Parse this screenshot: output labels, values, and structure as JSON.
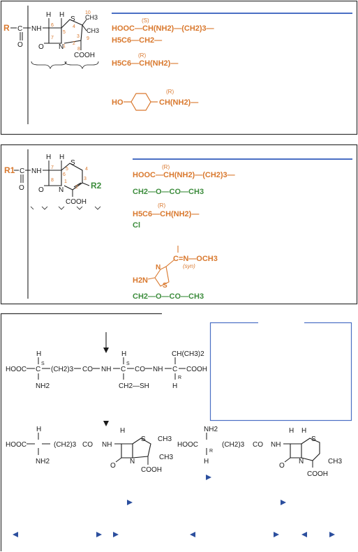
{
  "colors": {
    "orange": "#d9782d",
    "green": "#3c8c3c",
    "blue": "#4a6fc4",
    "black": "#1a1a1a",
    "frame": "#333333"
  },
  "panel1": {
    "core": {
      "r_label": "R",
      "carbon": "C",
      "oxygen": "O",
      "nh": "NH",
      "n": "N",
      "s": "S",
      "h_left": "H",
      "h_right": "H",
      "ch3_top": "CH3",
      "ch3_bottom": "CH3",
      "cooh": "COOH",
      "locants": [
        "6",
        "5",
        "4",
        "3",
        "2",
        "1",
        "7",
        "10",
        "9",
        "8"
      ]
    },
    "substituents": [
      {
        "text": "HOOC—CH(NH2)—(CH2)3—",
        "stereo": "(S)"
      },
      {
        "text": "H5C6—CH2—",
        "stereo": ""
      },
      {
        "text": "H5C6—CH(NH2)—",
        "stereo": "(R)"
      },
      {
        "text": "HO—C6H4—CH(NH2)—",
        "stereo": "(R)",
        "prefix": "HO",
        "suffix": "CH(NH2)—"
      }
    ]
  },
  "panel2": {
    "core": {
      "r1_label": "R1",
      "r2_label": "R2",
      "carbon": "C",
      "oxygen": "O",
      "nh": "NH",
      "n": "N",
      "s": "S",
      "h_left": "H",
      "h_right": "H",
      "cooh": "COOH",
      "locants": [
        "7",
        "6",
        "5",
        "4",
        "3",
        "2",
        "1",
        "8"
      ]
    },
    "substituents": [
      {
        "text": "HOOC—CH(NH2)—(CH2)3—",
        "stereo": "(R)",
        "color": "orange"
      },
      {
        "text": "CH2—O—CO—CH3",
        "color": "green"
      },
      {
        "text": "H5C6—CH(NH2)—",
        "stereo": "(R)",
        "color": "orange"
      },
      {
        "text": "Cl",
        "color": "green"
      },
      {
        "text": "C=N—OCH3",
        "sub": "(syn)",
        "color": "orange"
      },
      {
        "text": "H2N",
        "color": "orange"
      },
      {
        "text": "CH2—O—CO—CH3",
        "color": "green"
      }
    ],
    "thiazole": {
      "n": "N",
      "s": "S"
    }
  },
  "panel3": {
    "tripeptide": {
      "hooc": "HOOC",
      "c": "C",
      "h": "H",
      "nh2": "NH2",
      "s_label": "S",
      "chain": "(CH2)3",
      "co": "CO",
      "nh": "NH",
      "sh": "CH2—SH",
      "isopropyl": "CH(CH3)2",
      "cooh": "COOH",
      "r_label": "R"
    },
    "row2": {
      "hooc": "HOOC",
      "chain": "(CH2)3",
      "co": "CO",
      "nh": "NH",
      "nh2": "NH2",
      "s": "S",
      "n": "N",
      "o": "O",
      "ch3": "CH3",
      "cooh": "COOH",
      "r_label": "R"
    }
  }
}
